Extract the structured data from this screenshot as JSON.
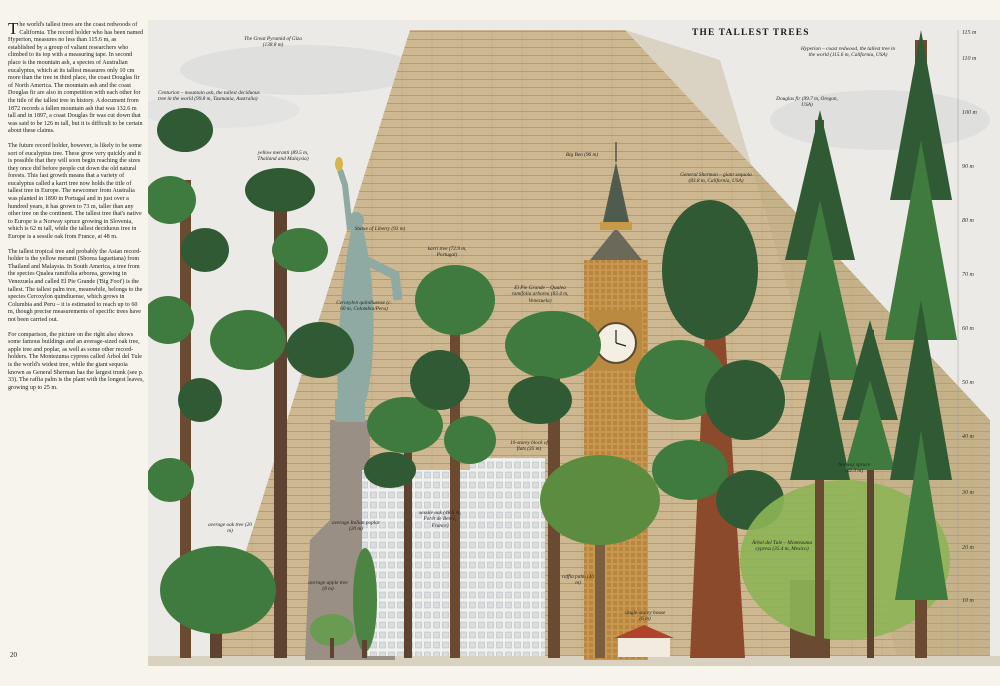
{
  "page": {
    "title": "THE TALLEST TREES",
    "page_number": "20"
  },
  "text": {
    "p1": "The world's tallest trees are the coast redwoods of California. The record holder who has been named Hyperion, measures no less than 115.6 m, as established by a group of valiant researchers who climbed to its top with a measuring tape. In second place is the mountain ash, a species of Australian eucalyptus, which at its tallest measures only 10 cm more than the tree in third place, the coast Douglas fir of North America. The mountain ash and the coast Douglas fir are also in competition with each other for the title of the tallest tree in history. A document from 1872 records a fallen mountain ash that was 132.6 m tall and in 1897, a coast Douglas fir was cut down that was said to be 126 m tall, but it is difficult to be certain about these claims.",
    "p2": "The future record holder, however, is likely to be some sort of eucalyptus tree. These grow very quickly and it is possible that they will soon begin reaching the sizes they once did before people cut down the old natural forests. This fast growth means that a variety of eucalyptus called a karri tree now holds the title of tallest tree in Europe. The newcomer from Australia was planted in 1890 in Portugal and in just over a hundred years, it has grown to 73 m, taller than any other tree on the continent. The tallest tree that's native to Europe is a Norway spruce growing in Slovenia, which is 62 m tall, while the tallest deciduous tree in Europe is a sessile oak from France, at 48 m.",
    "p3": "The tallest tropical tree and probably the Asian record-holder is the yellow meranti (Shorea faguetiana) from Thailand and Malaysia. In South America, a tree from the species Qualea ramifolia arborea, growing in Venezuela and called El Pie Grande ('Big Foot') is the tallest. The tallest palm tree, meanwhile, belongs to the species Ceroxylon quindiuense, which grows in Columbia and Peru – it is estimated to reach up to 60 m, though precise measurements of specific trees have not been carried out.",
    "p4": "For comparison, the picture on the right also shows some famous buildings and an average-sized oak tree, apple tree and poplar, as well as some other record-holders. The Montezuma cypress called Árbol del Tule is the world's widest tree, while the giant sequoia known as General Sherman has the largest trunk (see p. 33). The raffia palm is the plant with the longest leaves, growing up to 25 m."
  },
  "labels": {
    "pyramid": "The Great Pyramid of Giza (138.8 m)",
    "centurion": "Centurion – mountain ash, the tallest deciduous tree in the world (99.8 m, Tasmania, Australia)",
    "meranti": "yellow meranti (89.5 m, Thailand and Malaysia)",
    "liberty": "Statue of Liberty (93 m)",
    "ceroxylon": "Ceroxylon quindiuense (c. 60 m, Colombia/Peru)",
    "karri": "karri tree (72.9 m, Portugal)",
    "big_ben": "Big Ben (96 m)",
    "pie_grande": "El Pie Grande – Qualea ramifolia arborea (83.4 m, Venezuela)",
    "sherman": "General Sherman – giant sequoia (83.8 m, California, USA)",
    "douglas": "Douglas fir (99.7 m, Oregon, USA)",
    "hyperion": "Hyperion – coast redwood, the tallest tree in the world (115.6 m, California, USA)",
    "block": "10-storey block of flats (35 m)",
    "oak_avg": "average oak tree (20 m)",
    "poplar": "average Italian poplar (20 m)",
    "sessile": "sessile oak (48.6 m, Forêt de Bercé, France)",
    "apple": "average apple tree (8 m)",
    "raffia": "raffia palm (40 m)",
    "house": "single-storey house (6 m)",
    "spruce": "Norway spruce (62.3 m)",
    "tule": "Árbol del Tule – Montezuma cypress (35.4 m, Mexico)"
  },
  "scale": {
    "unit": "m",
    "ticks": [
      "115 m",
      "110 m",
      "100 m",
      "90 m",
      "80 m",
      "70 m",
      "60 m",
      "50 m",
      "40 m",
      "30 m",
      "20 m",
      "10 m"
    ],
    "values": [
      115,
      110,
      100,
      90,
      80,
      70,
      60,
      50,
      40,
      30,
      20,
      10
    ]
  },
  "colors": {
    "pyramid": "#c9b48f",
    "foliage_dark": "#2f5a33",
    "foliage_mid": "#3f7a3f",
    "trunk": "#6b4a32",
    "liberty": "#8fa9a3",
    "tower": "#c89a4a"
  }
}
